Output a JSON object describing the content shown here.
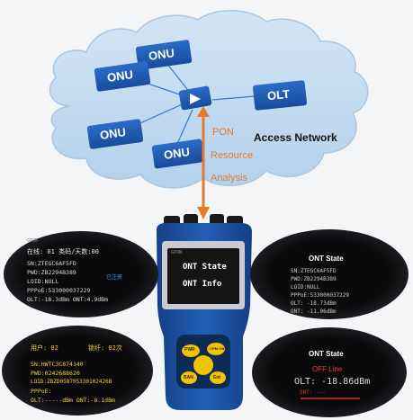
{
  "diagram": {
    "nodes": {
      "onu_top": "ONU",
      "onu_left": "ONU",
      "onu_bottom_left": "ONU",
      "onu_bottom": "ONU",
      "olt": "OLT"
    },
    "access_network": "Access Network",
    "analysis_lines": [
      "PON",
      "Resource",
      "Analysis"
    ]
  },
  "device": {
    "screen_tag": "GPON",
    "menu": [
      "ONT State",
      "ONT Info"
    ],
    "buttons": [
      "PWR",
      "OPM ONT",
      "BAN",
      "Ent"
    ]
  },
  "panels": {
    "top_left": {
      "header": "GPON",
      "lines": [
        "在线: 01  类码/天数:00",
        "SN:ZTEGC6AF5FD",
        "PWD:ZB2294B389",
        "LOID:NULL",
        "PPPoE:533000037229",
        "OLT:-18.3dBm  ONT:4.9dBm"
      ],
      "badge": "已注册"
    },
    "top_right": {
      "title": "ONT State",
      "lines": [
        "SN:ZTEGC6AF5FD",
        "PWD:ZB2294B389",
        "LOID:NULL",
        "PPPoE:533000037229",
        "OLT: -18.73dBm",
        "ONT: -11.06dBm"
      ]
    },
    "bottom_left": {
      "header_left": "用户: 02",
      "header_right": "锁纤: 02次",
      "lines": [
        "SN:HWTC3C874140",
        "PWD:0242688620",
        "LOID:ZBZD058705330102426B",
        "PPPoE:",
        "OLT:-----dBm ONT:-8.1dBm"
      ]
    },
    "bottom_right": {
      "title": "ONT State",
      "status": "OFF Line",
      "olt": "OLT: -18.86dBm",
      "ont": "ONT: ---"
    }
  },
  "colors": {
    "cloud": "#bcd7ef",
    "onu_box": "#1d57b0",
    "arrow": "#e57a2b",
    "link": "#3b79c8",
    "device_body": "#1a4f9e",
    "keypad": "#f0c400"
  }
}
